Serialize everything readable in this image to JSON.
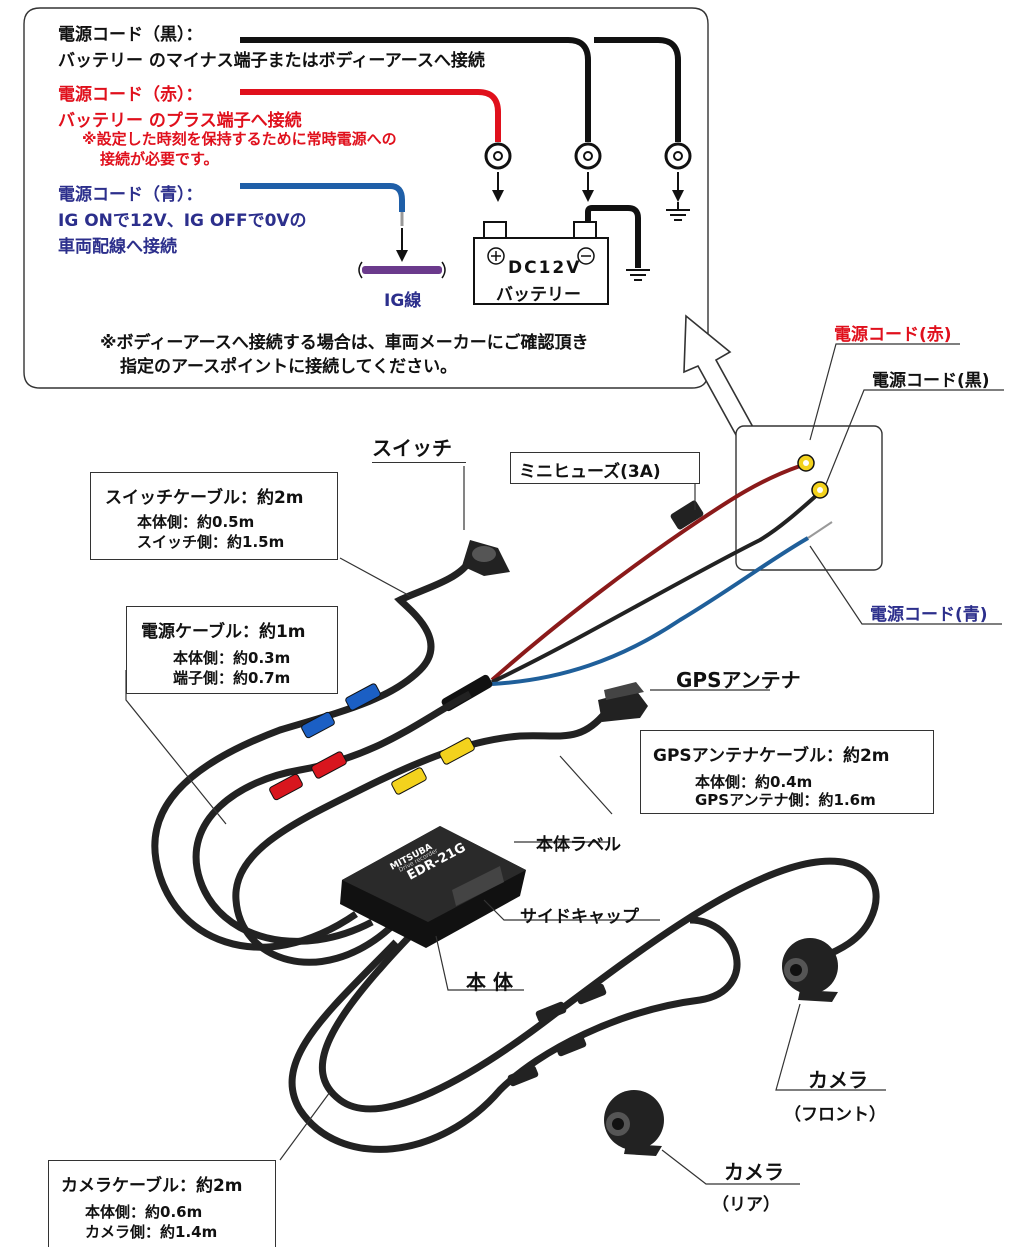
{
  "colors": {
    "red": "#e0101c",
    "black": "#111111",
    "blue": "#1f5fa8",
    "navy": "#2c2f8c",
    "purple": "#6b3a8c",
    "blue_connector": "#1b5fc4",
    "yellow_connector": "#f3d21d",
    "red_connector": "#d8161e"
  },
  "wiring_panel": {
    "black_cord_title": "電源コード（黒）：",
    "black_cord_desc": "バッテリー のマイナス端子またはボディーアースへ接続",
    "red_cord_title": "電源コード（赤）：",
    "red_cord_desc": "バッテリー のプラス端子へ接続",
    "red_note_1": "※設定した時刻を保持するために常時電源への",
    "red_note_2": "接続が必要です。",
    "blue_cord_title": "電源コード（青）：",
    "blue_cord_desc_1": "IG ONで12V、IG OFFで0Vの",
    "blue_cord_desc_2": "車両配線へ接続",
    "ig_wire_label": "IG線",
    "battery_voltage": "DC12V",
    "battery_label": "バッテリー",
    "body_earth_note_1": "※ボディーアースへ接続する場合は、車両メーカーにご確認頂き",
    "body_earth_note_2": "指定のアースポイントに接続してください。"
  },
  "labels": {
    "power_cord_red": "電源コード(赤)",
    "power_cord_black": "電源コード(黒)",
    "power_cord_blue": "電源コード(青)",
    "mini_fuse": "ミニヒューズ(3A)",
    "switch": "スイッチ",
    "gps_antenna": "GPSアンテナ",
    "body_label": "本体ラベル",
    "side_cap": "サイドキャップ",
    "main_unit": "本 体",
    "camera_front_1": "カメラ",
    "camera_front_2": "（フロント）",
    "camera_rear_1": "カメラ",
    "camera_rear_2": "（リア）",
    "device_brand": "MITSUBA",
    "device_model": "EDR-21G",
    "device_sub": "Drive recorder"
  },
  "spec_boxes": {
    "switch_cable": {
      "title": "スイッチケーブル：約2m",
      "line1": "本体側：約0.5m",
      "line2": "スイッチ側：約1.5m"
    },
    "power_cable": {
      "title": "電源ケーブル：約1m",
      "line1": "本体側：約0.3m",
      "line2": "端子側：約0.7m"
    },
    "gps_cable": {
      "title": "GPSアンテナケーブル：約2m",
      "line1": "本体側：約0.4m",
      "line2": "GPSアンテナ側：約1.6m"
    },
    "camera_cable": {
      "title": "カメラケーブル：約2m",
      "line1": "本体側：約0.6m",
      "line2": "カメラ側：約1.4m"
    }
  }
}
